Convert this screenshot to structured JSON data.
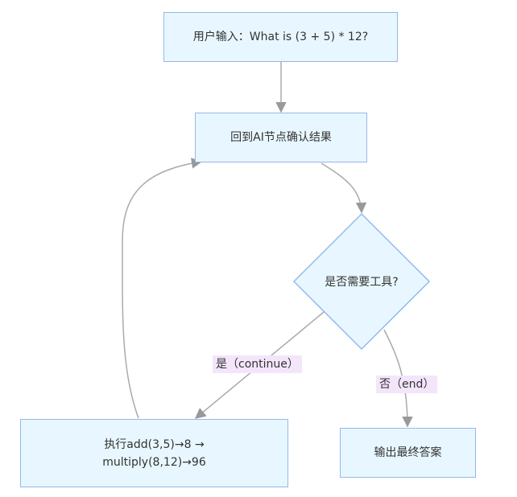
{
  "nodes": {
    "input": "用户输入：What is (3 + 5) * 12?",
    "back_to_ai": "回到AI节点确认结果",
    "need_tool": "是否需要工具?",
    "execute": [
      "执行add(3,5)→8 →",
      "multiply(8,12)→96"
    ],
    "output": "输出最终答案"
  },
  "edges": {
    "yes_label": "是（continue）",
    "no_label": "否（end）"
  },
  "colors": {
    "node_fill": "#e8f7ff",
    "node_border": "#93b9ea",
    "edge": "#aaaaaa",
    "label_bg": "#f3e6fb"
  }
}
